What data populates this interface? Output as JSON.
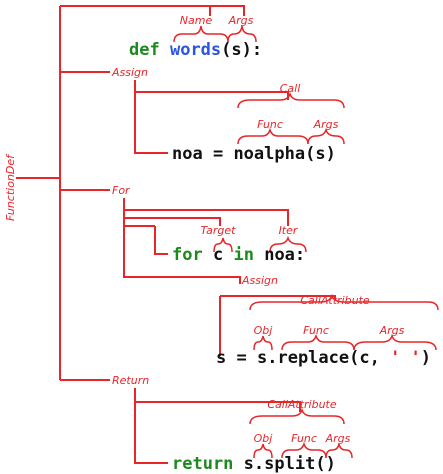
{
  "labels": {
    "function_def": "FunctionDef",
    "name": "Name",
    "args_def": "Args",
    "assign1": "Assign",
    "call": "Call",
    "func1": "Func",
    "args1": "Args",
    "for": "For",
    "target": "Target",
    "iter": "Iter",
    "assign2": "Assign",
    "call_attr1": "CallAttribute",
    "obj1": "Obj",
    "func2": "Func",
    "args2": "Args",
    "return": "Return",
    "call_attr2": "CallAttribute",
    "obj2": "Obj",
    "func3": "Func",
    "args3": "Args"
  },
  "code": {
    "line1": {
      "kw": "def",
      "name": "words",
      "args": "(s):"
    },
    "line2": {
      "target": "noa",
      "eq": " = ",
      "func": "noalpha",
      "args": "(s)"
    },
    "line3": {
      "kw": "for",
      "target": "c",
      "in": "in",
      "iter": "noa:"
    },
    "line4": {
      "target": "s",
      "eq": " = ",
      "obj": "s",
      "dot": ".",
      "func": "replace",
      "open": "(c, ",
      "str": "' '",
      "close": ")"
    },
    "line5": {
      "kw": "return",
      "obj": "s",
      "dot": ".",
      "func": "split",
      "args": "()"
    }
  },
  "colors": {
    "tree": "#e8262a",
    "keyword": "#1d8a1d",
    "function_name": "#2a55e0",
    "string": "#e8262a",
    "code": "#111111"
  }
}
